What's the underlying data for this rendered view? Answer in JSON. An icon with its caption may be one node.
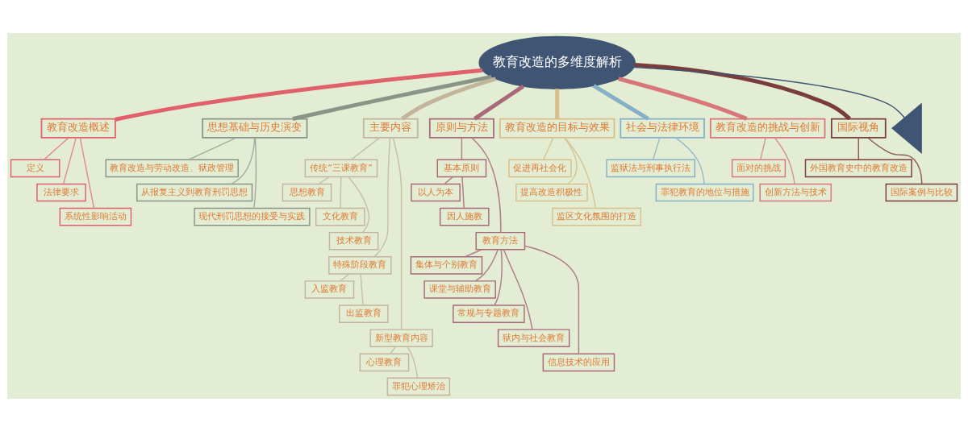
{
  "diagram": {
    "nodes": [
      {
        "text": [
          "教育改造的多维度解析"
        ]
      },
      {
        "text": [
          "教育改造概述"
        ]
      },
      {
        "text": [
          "定义"
        ]
      },
      {
        "text": [
          "法律要求"
        ]
      },
      {
        "text": [
          "系统性影响活动"
        ]
      },
      {
        "text": [
          "思想基础与历史演变"
        ]
      },
      {
        "text": [
          "教育改造与劳动改造、狱政管理"
        ]
      },
      {
        "text": [
          "从报复主义到教育刑罚思想"
        ]
      },
      {
        "text": [
          "现代刑罚思想的接受与实践"
        ]
      },
      {
        "text": [
          "主要内容"
        ]
      },
      {
        "text": [
          "传统“三课教育”"
        ]
      },
      {
        "text": [
          "思想教育"
        ]
      },
      {
        "text": [
          "文化教育"
        ]
      },
      {
        "text": [
          "技术教育"
        ]
      },
      {
        "text": [
          "特殊阶段教育"
        ]
      },
      {
        "text": [
          "入监教育"
        ]
      },
      {
        "text": [
          "出监教育"
        ]
      },
      {
        "text": [
          "新型教育内容"
        ]
      },
      {
        "text": [
          "心理教育"
        ]
      },
      {
        "text": [
          "罪犯心理矫治"
        ]
      },
      {
        "text": [
          "原则与方法"
        ]
      },
      {
        "text": [
          "基本原则"
        ]
      },
      {
        "text": [
          "以人为本"
        ]
      },
      {
        "text": [
          "因人施教"
        ]
      },
      {
        "text": [
          "教育方法"
        ]
      },
      {
        "text": [
          "集体与个别教育"
        ]
      },
      {
        "text": [
          "课堂与辅助教育"
        ]
      },
      {
        "text": [
          "常规与专题教育"
        ]
      },
      {
        "text": [
          "狱内与社会教育"
        ]
      },
      {
        "text": [
          "信息技术的应用"
        ]
      },
      {
        "text": [
          "教育改造的目标与效果"
        ]
      },
      {
        "text": [
          "促进再社会化"
        ]
      },
      {
        "text": [
          "提高改造积极性"
        ]
      },
      {
        "text": [
          "监区文化氛围的打造"
        ]
      },
      {
        "text": [
          "社会与法律环境"
        ]
      },
      {
        "text": [
          "监狱法与刑事执行法"
        ]
      },
      {
        "text": [
          "罪犯教育的地位与措施"
        ]
      },
      {
        "text": [
          "教育改造的挑战与创新"
        ]
      },
      {
        "text": [
          "面对的挑战"
        ]
      },
      {
        "text": [
          "创新方法与技术"
        ]
      },
      {
        "text": [
          "国际视角"
        ]
      },
      {
        "text": [
          "外国教育史中的教育改造"
        ]
      },
      {
        "text": [
          "国际案例与比较"
        ]
      },
      {
        "text": [],
        "shape": "triangle"
      }
    ],
    "edges": [
      {
        "from": 0,
        "to": 43,
        "arrow": "none",
        "color": "#3f5573"
      },
      {
        "from": 0,
        "to": 1,
        "arrow": "none",
        "style": "thick",
        "color": "#e0606c"
      },
      {
        "from": 1,
        "to": 2,
        "arrow": "none",
        "color": "#e48a90"
      },
      {
        "from": 1,
        "to": 3,
        "arrow": "none",
        "color": "#e48a90"
      },
      {
        "from": 1,
        "to": 4,
        "arrow": "none",
        "color": "#e48a90"
      },
      {
        "from": 0,
        "to": 5,
        "arrow": "none",
        "style": "thick",
        "color": "#8a9588"
      },
      {
        "from": 5,
        "to": 6,
        "arrow": "none",
        "color": "#a3ad9f"
      },
      {
        "from": 5,
        "to": 7,
        "arrow": "none",
        "color": "#a3ad9f"
      },
      {
        "from": 5,
        "to": 8,
        "arrow": "none",
        "color": "#a3ad9f"
      },
      {
        "from": 0,
        "to": 9,
        "arrow": "none",
        "style": "thick",
        "color": "#c2b59c"
      },
      {
        "from": 9,
        "to": 10,
        "arrow": "none",
        "color": "#c9bfa8"
      },
      {
        "from": 10,
        "to": 11,
        "arrow": "none",
        "color": "#c9bfa8"
      },
      {
        "from": 10,
        "to": 12,
        "arrow": "none",
        "color": "#c9bfa8"
      },
      {
        "from": 10,
        "to": 13,
        "arrow": "none",
        "color": "#c9bfa8"
      },
      {
        "from": 9,
        "to": 14,
        "arrow": "none",
        "color": "#c9bfa8"
      },
      {
        "from": 14,
        "to": 15,
        "arrow": "none",
        "color": "#c9bfa8"
      },
      {
        "from": 14,
        "to": 16,
        "arrow": "none",
        "color": "#c9bfa8"
      },
      {
        "from": 9,
        "to": 17,
        "arrow": "none",
        "color": "#c9bfa8"
      },
      {
        "from": 17,
        "to": 18,
        "arrow": "none",
        "color": "#c9bfa8"
      },
      {
        "from": 17,
        "to": 19,
        "arrow": "none",
        "color": "#c9bfa8"
      },
      {
        "from": 0,
        "to": 20,
        "arrow": "none",
        "style": "thick",
        "color": "#a86a78"
      },
      {
        "from": 20,
        "to": 21,
        "arrow": "none",
        "color": "#b07c88"
      },
      {
        "from": 21,
        "to": 22,
        "arrow": "none",
        "color": "#b07c88"
      },
      {
        "from": 21,
        "to": 23,
        "arrow": "none",
        "color": "#b07c88"
      },
      {
        "from": 20,
        "to": 24,
        "arrow": "none",
        "color": "#b07c88"
      },
      {
        "from": 24,
        "to": 25,
        "arrow": "none",
        "color": "#b07c88"
      },
      {
        "from": 24,
        "to": 26,
        "arrow": "none",
        "color": "#b07c88"
      },
      {
        "from": 24,
        "to": 27,
        "arrow": "none",
        "color": "#b07c88"
      },
      {
        "from": 24,
        "to": 28,
        "arrow": "none",
        "color": "#b07c88"
      },
      {
        "from": 24,
        "to": 29,
        "arrow": "none",
        "color": "#b07c88"
      },
      {
        "from": 0,
        "to": 30,
        "arrow": "none",
        "style": "thick",
        "color": "#d8c08c"
      },
      {
        "from": 30,
        "to": 31,
        "arrow": "none",
        "color": "#d6c596"
      },
      {
        "from": 30,
        "to": 32,
        "arrow": "none",
        "color": "#d6c596"
      },
      {
        "from": 30,
        "to": 33,
        "arrow": "none",
        "color": "#d6c596"
      },
      {
        "from": 0,
        "to": 34,
        "arrow": "none",
        "style": "thick",
        "color": "#86b0c6"
      },
      {
        "from": 34,
        "to": 35,
        "arrow": "none",
        "color": "#98bccc"
      },
      {
        "from": 34,
        "to": 36,
        "arrow": "none",
        "color": "#98bccc"
      },
      {
        "from": 0,
        "to": 37,
        "arrow": "none",
        "style": "thick",
        "color": "#d8767a"
      },
      {
        "from": 37,
        "to": 38,
        "arrow": "none",
        "color": "#d89294"
      },
      {
        "from": 37,
        "to": 39,
        "arrow": "none",
        "color": "#d89294"
      },
      {
        "from": 0,
        "to": 40,
        "arrow": "none",
        "style": "thick",
        "color": "#7a3c3c"
      },
      {
        "from": 40,
        "to": 41,
        "arrow": "none",
        "color": "#8c5a58"
      },
      {
        "from": 40,
        "to": 42,
        "arrow": "none",
        "color": "#8c5a58"
      }
    ]
  }
}
